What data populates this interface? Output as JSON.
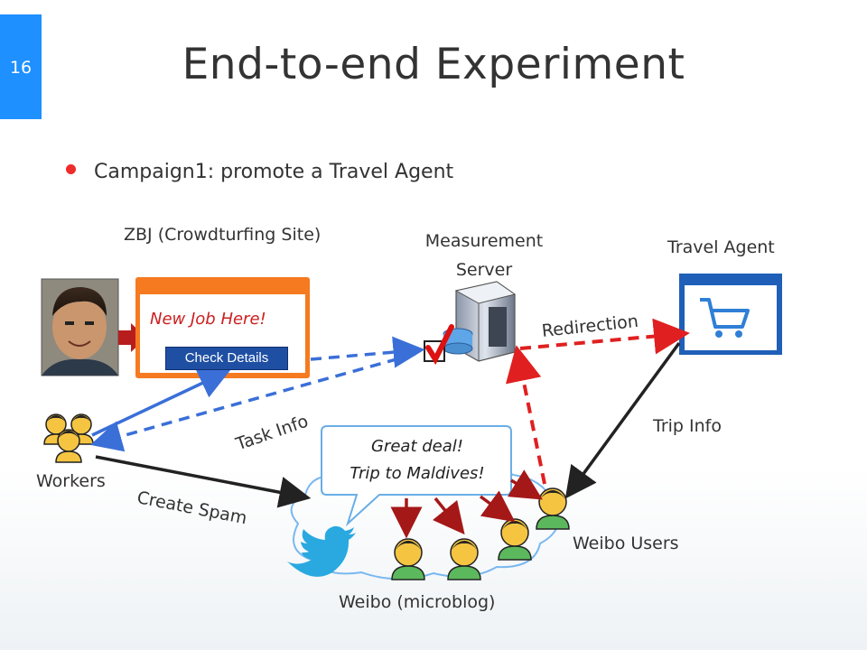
{
  "slide": {
    "number": "16",
    "title": "End-to-end Experiment"
  },
  "bullet": "Campaign1: promote a Travel Agent",
  "nodes": {
    "zbj": "ZBJ (Crowdturfing Site)",
    "measurement_line1": "Measurement",
    "measurement_line2": "Server",
    "travel_agent": "Travel Agent",
    "workers": "Workers",
    "weibo_users": "Weibo Users",
    "weibo": "Weibo (microblog)"
  },
  "popup": {
    "job_text": "New Job Here!",
    "button_label": "Check Details"
  },
  "callout": {
    "line1": "Great deal!",
    "line2": "Trip to Maldives!"
  },
  "edges": {
    "redirection": "Redirection",
    "task_info": "Task Info",
    "trip_info": "Trip Info",
    "create_spam": "Create Spam"
  },
  "colors": {
    "accent_blue": "#1e90ff",
    "red": "#e02020",
    "dark_red": "#a51818",
    "arrow_blue": "#3a6fd8"
  }
}
